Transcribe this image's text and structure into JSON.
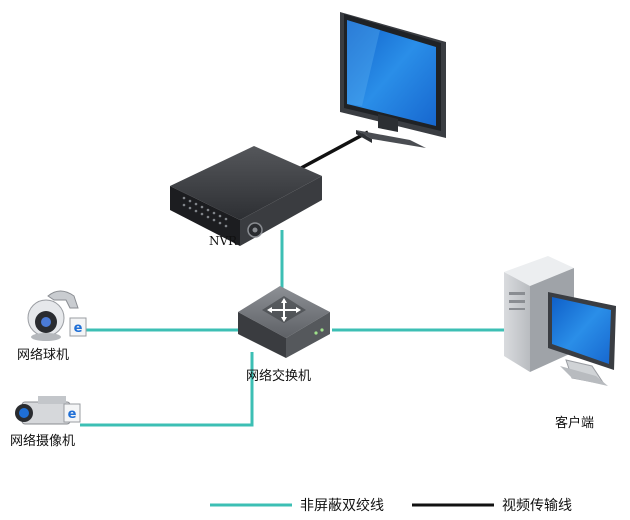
{
  "nodes": {
    "nvr": "NVR",
    "switch": "网络交换机",
    "dome_camera": "网络球机",
    "box_camera": "网络摄像机",
    "client": "客户端"
  },
  "legend": {
    "twisted_pair": "非屏蔽双绞线",
    "video_cable": "视频传输线"
  },
  "colors": {
    "twisted_pair": "#3cbfb4",
    "video_cable": "#111111",
    "screen_blue": "#1e73d8"
  },
  "icons": {
    "monitor": "monitor-icon",
    "nvr": "nvr-recorder-icon",
    "switch": "network-switch-icon",
    "dome_camera": "dome-camera-icon",
    "box_camera": "box-camera-icon",
    "client": "desktop-pc-icon",
    "ie": "internet-explorer-icon"
  }
}
